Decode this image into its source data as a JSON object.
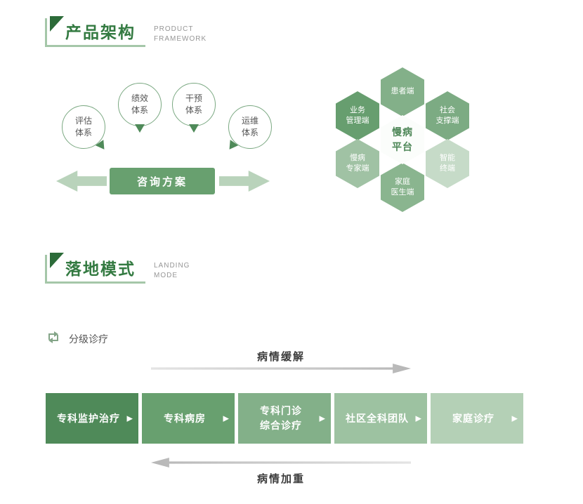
{
  "colors": {
    "accent_dark_green": "#337a41",
    "light_green": "#a5c7a9",
    "arrow_gray": "#c2c2c2"
  },
  "sections": {
    "product": {
      "title": "产品架构",
      "subtitle_line1": "PRODUCT",
      "subtitle_line2": "FRAMEWORK"
    },
    "landing": {
      "title": "落地模式",
      "subtitle_line1": "LANDING",
      "subtitle_line2": "MODE"
    }
  },
  "consult_diagram": {
    "circles": [
      {
        "label": "评估\n体系"
      },
      {
        "label": "绩效\n体系"
      },
      {
        "label": "干预\n体系"
      },
      {
        "label": "运维\n体系"
      }
    ],
    "bar_label": "咨询方案",
    "bar_color": "#68a06f"
  },
  "platform_diagram": {
    "center": {
      "label": "慢病\n平台",
      "color": "#fbfdfb"
    },
    "hexagons": [
      {
        "label": "患者端",
        "color": "#83b089"
      },
      {
        "label": "业务\n管理端",
        "color": "#679e6f"
      },
      {
        "label": "社会\n支撑端",
        "color": "#7cab83"
      },
      {
        "label": "慢病\n专家端",
        "color": "#a0c2a4"
      },
      {
        "label": "智能\n终端",
        "color": "#c6dbc8"
      },
      {
        "label": "家庭\n医生端",
        "color": "#8ab58f"
      }
    ]
  },
  "flow": {
    "label": "分级诊疗",
    "arrow_up_label": "病情缓解",
    "arrow_down_label": "病情加重",
    "stage_arrow_glyph": "▶",
    "stages": [
      {
        "label": "专科监护治疗",
        "color": "#4f8a59"
      },
      {
        "label": "专科病房",
        "color": "#68a06f"
      },
      {
        "label": "专科门诊\n综合诊疗",
        "color": "#83b089"
      },
      {
        "label": "社区全科团队",
        "color": "#9dc2a1"
      },
      {
        "label": "家庭诊疗",
        "color": "#b4d0b6"
      }
    ]
  }
}
